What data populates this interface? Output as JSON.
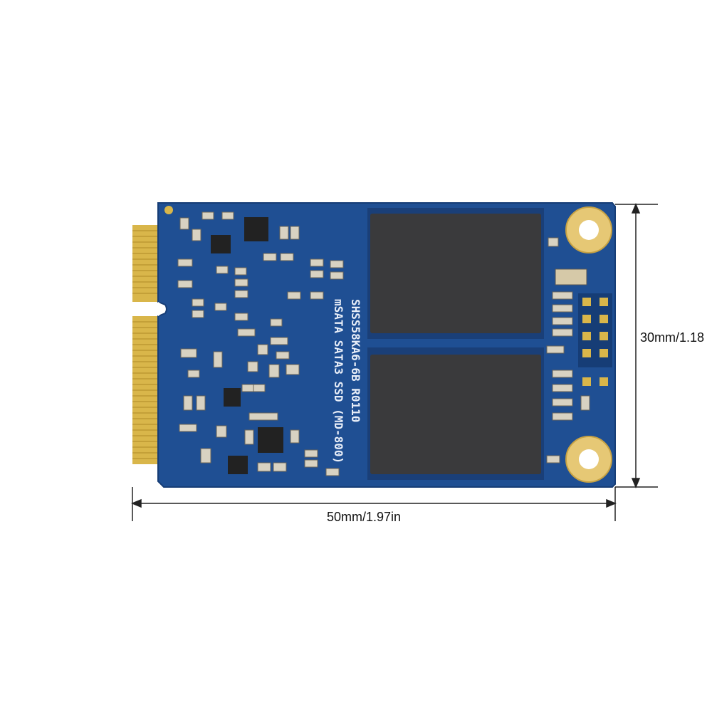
{
  "product": {
    "silkscreen_line1": "mSATA SATA3 SSD (MD-800)",
    "silkscreen_line2": "SHSS58KA6-6B R0110"
  },
  "dimensions": {
    "width_label": "50mm/1.97in",
    "height_label": "30mm/1.18"
  },
  "colors": {
    "pcb": "#1f4f93",
    "pcb_dark": "#163d76",
    "gold": "#d9b64a",
    "chip": "#3a3a3c",
    "background": "#ffffff",
    "line": "#222222"
  }
}
